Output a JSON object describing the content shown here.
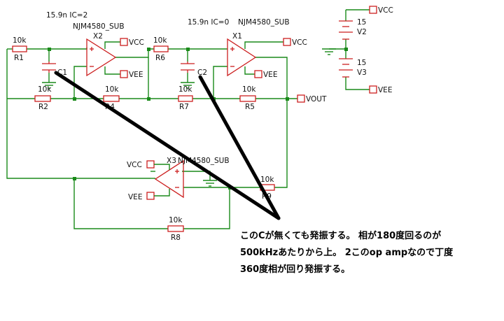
{
  "colors": {
    "wire": "#1a8a1a",
    "component": "#cc1f1f",
    "text": "#111111",
    "annotation_arrow": "#000000"
  },
  "caps": {
    "c1": {
      "value": "15.9n IC=2",
      "ref": "C1"
    },
    "c2": {
      "value": "15.9n IC=0",
      "ref": "C2"
    }
  },
  "opamps": {
    "x2": {
      "ref": "X2",
      "model": "NJM4580_SUB",
      "vcc": "VCC",
      "vee": "VEE"
    },
    "x1": {
      "ref": "X1",
      "model": "NJM4580_SUB",
      "vcc": "VCC",
      "vee": "VEE"
    },
    "x3": {
      "ref": "X3",
      "model": "NJM4580_SUB",
      "vcc": "VCC",
      "vee": "VEE"
    }
  },
  "resistors": {
    "r1": {
      "ref": "R1",
      "value": "10k"
    },
    "r2": {
      "ref": "R2",
      "value": "10k"
    },
    "r4": {
      "ref": "R4",
      "value": "10k"
    },
    "r5": {
      "ref": "R5",
      "value": "10k"
    },
    "r6": {
      "ref": "R6",
      "value": "10k"
    },
    "r7": {
      "ref": "R7",
      "value": "10k"
    },
    "r8": {
      "ref": "R8",
      "value": "10k"
    },
    "r9": {
      "ref": "R9",
      "value": "10k"
    }
  },
  "sources": {
    "v2": {
      "ref": "V2",
      "value": "15"
    },
    "v3": {
      "ref": "V3",
      "value": "15"
    }
  },
  "ports": {
    "vcc": "VCC",
    "vee": "VEE",
    "vout": "VOUT"
  },
  "annotation": {
    "lines": [
      "このCが無くても発振する。 相が180度回るのが",
      "500kHzあたりから上。 2このop ampなので丁度",
      "360度相が回り発振する。"
    ]
  }
}
